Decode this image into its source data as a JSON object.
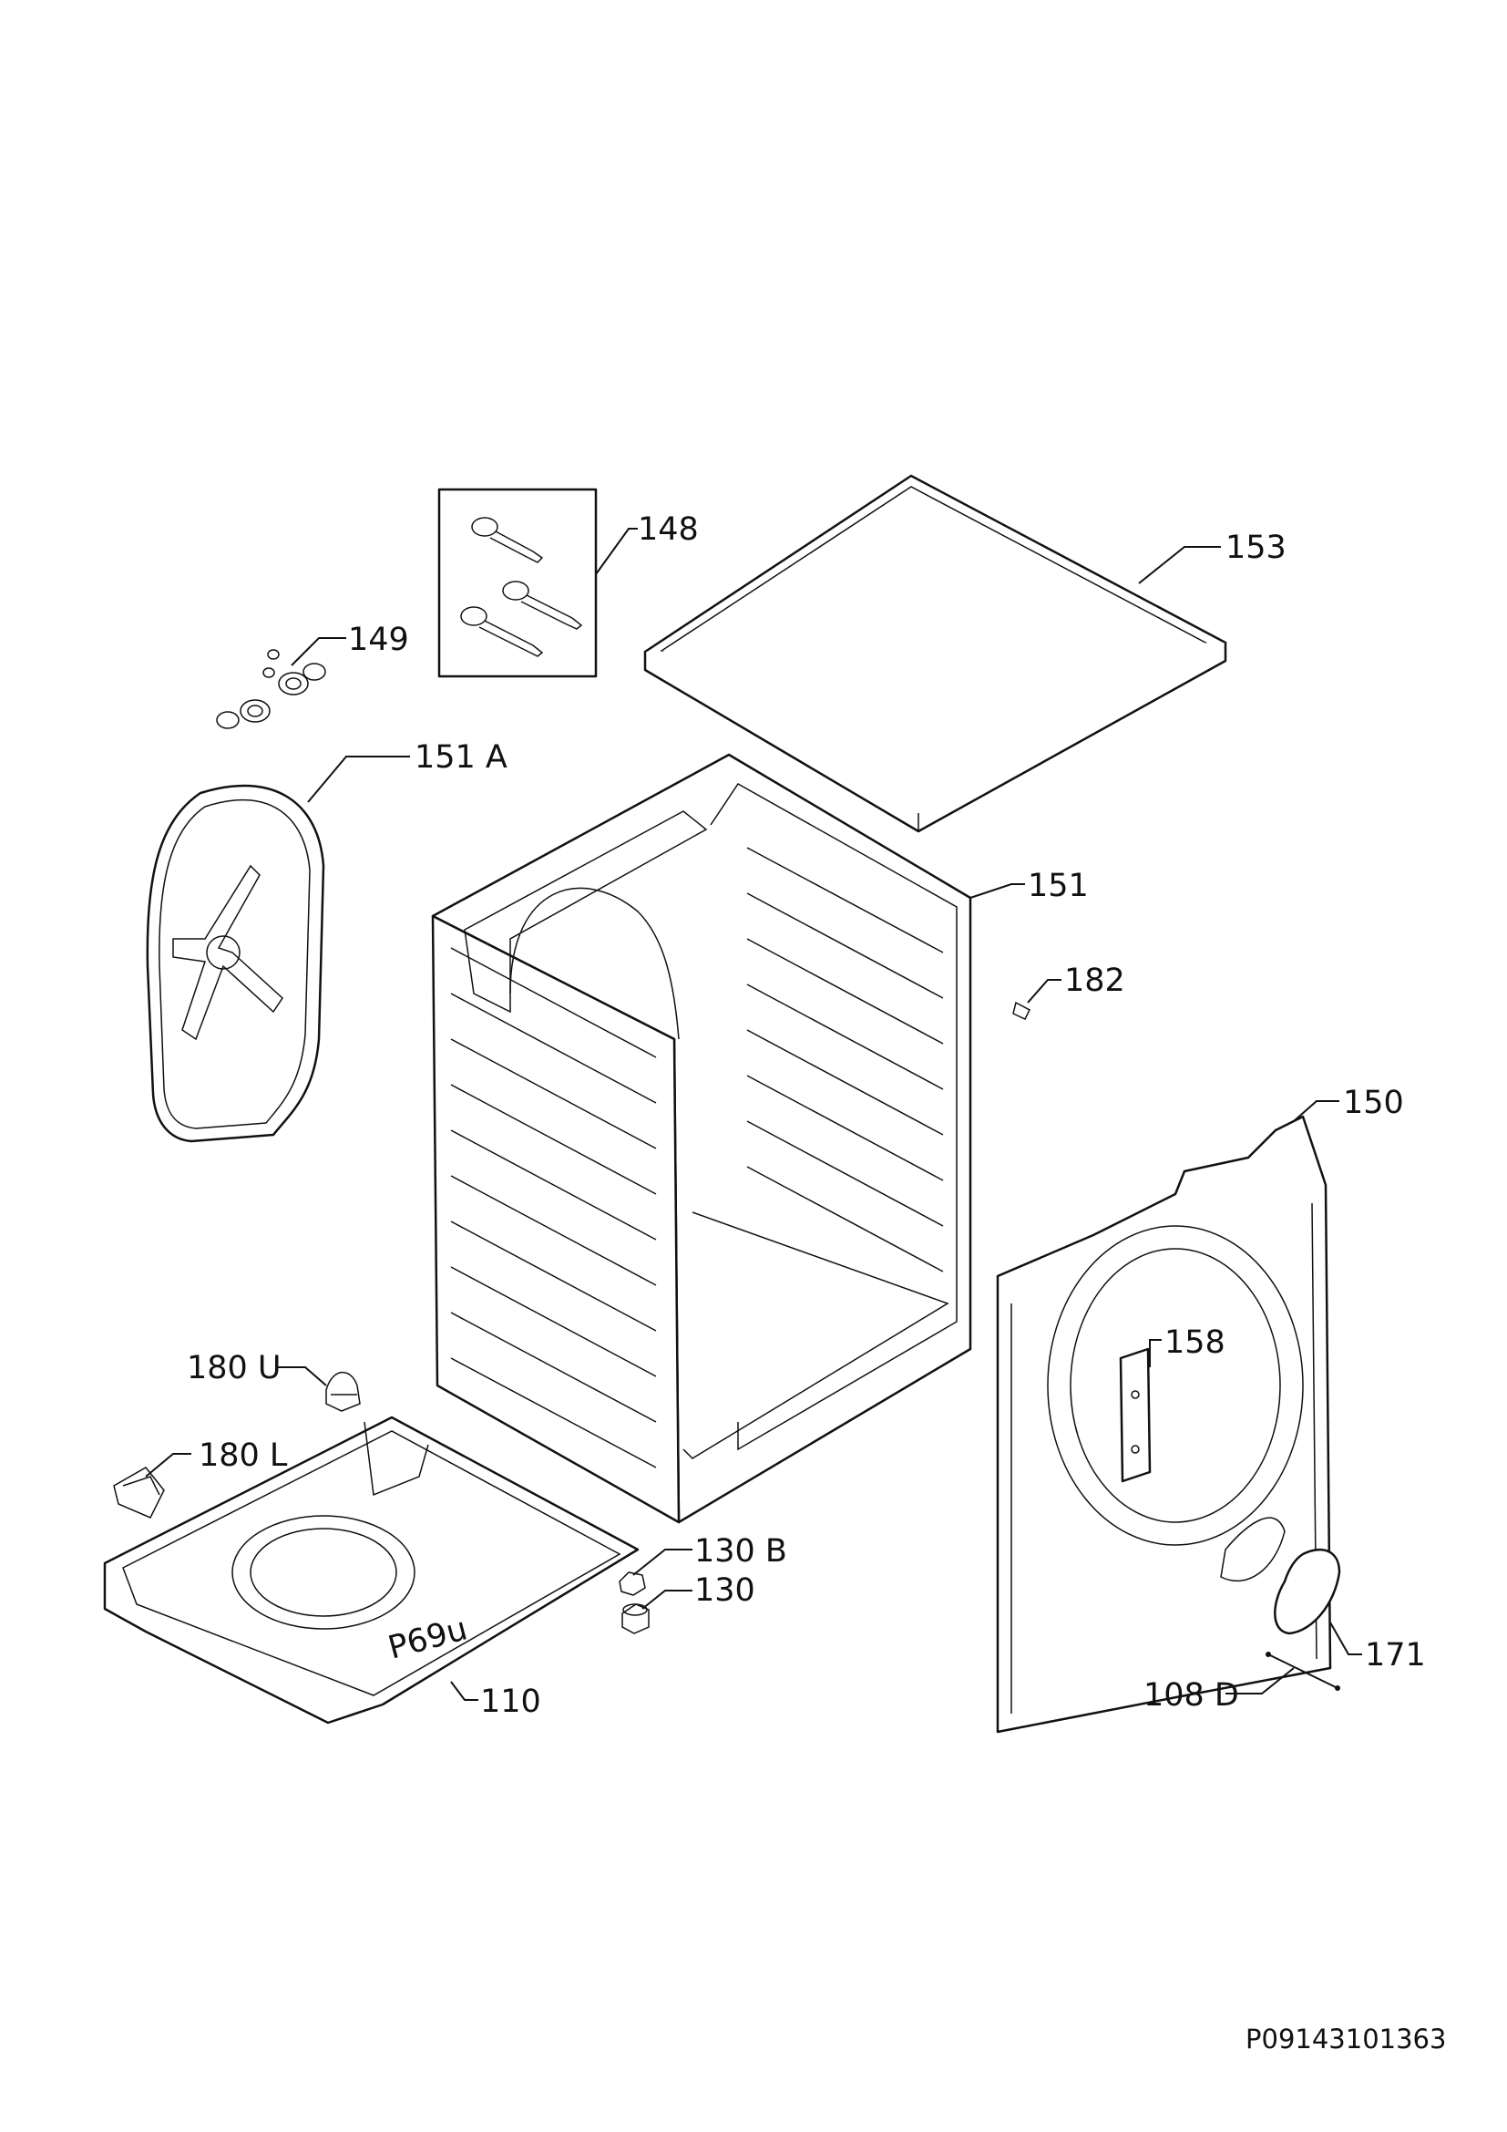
{
  "diagram": {
    "reference_code": "P09143101363",
    "stamp_text": "P69u",
    "labels": {
      "p148": "148",
      "p153": "153",
      "p149": "149",
      "p151a": "151 A",
      "p151": "151",
      "p182": "182",
      "p150": "150",
      "p158": "158",
      "p180u": "180 U",
      "p180l": "180 L",
      "p130b": "130 B",
      "p130": "130",
      "p110": "110",
      "p171": "171",
      "p108d": "108 D"
    }
  }
}
